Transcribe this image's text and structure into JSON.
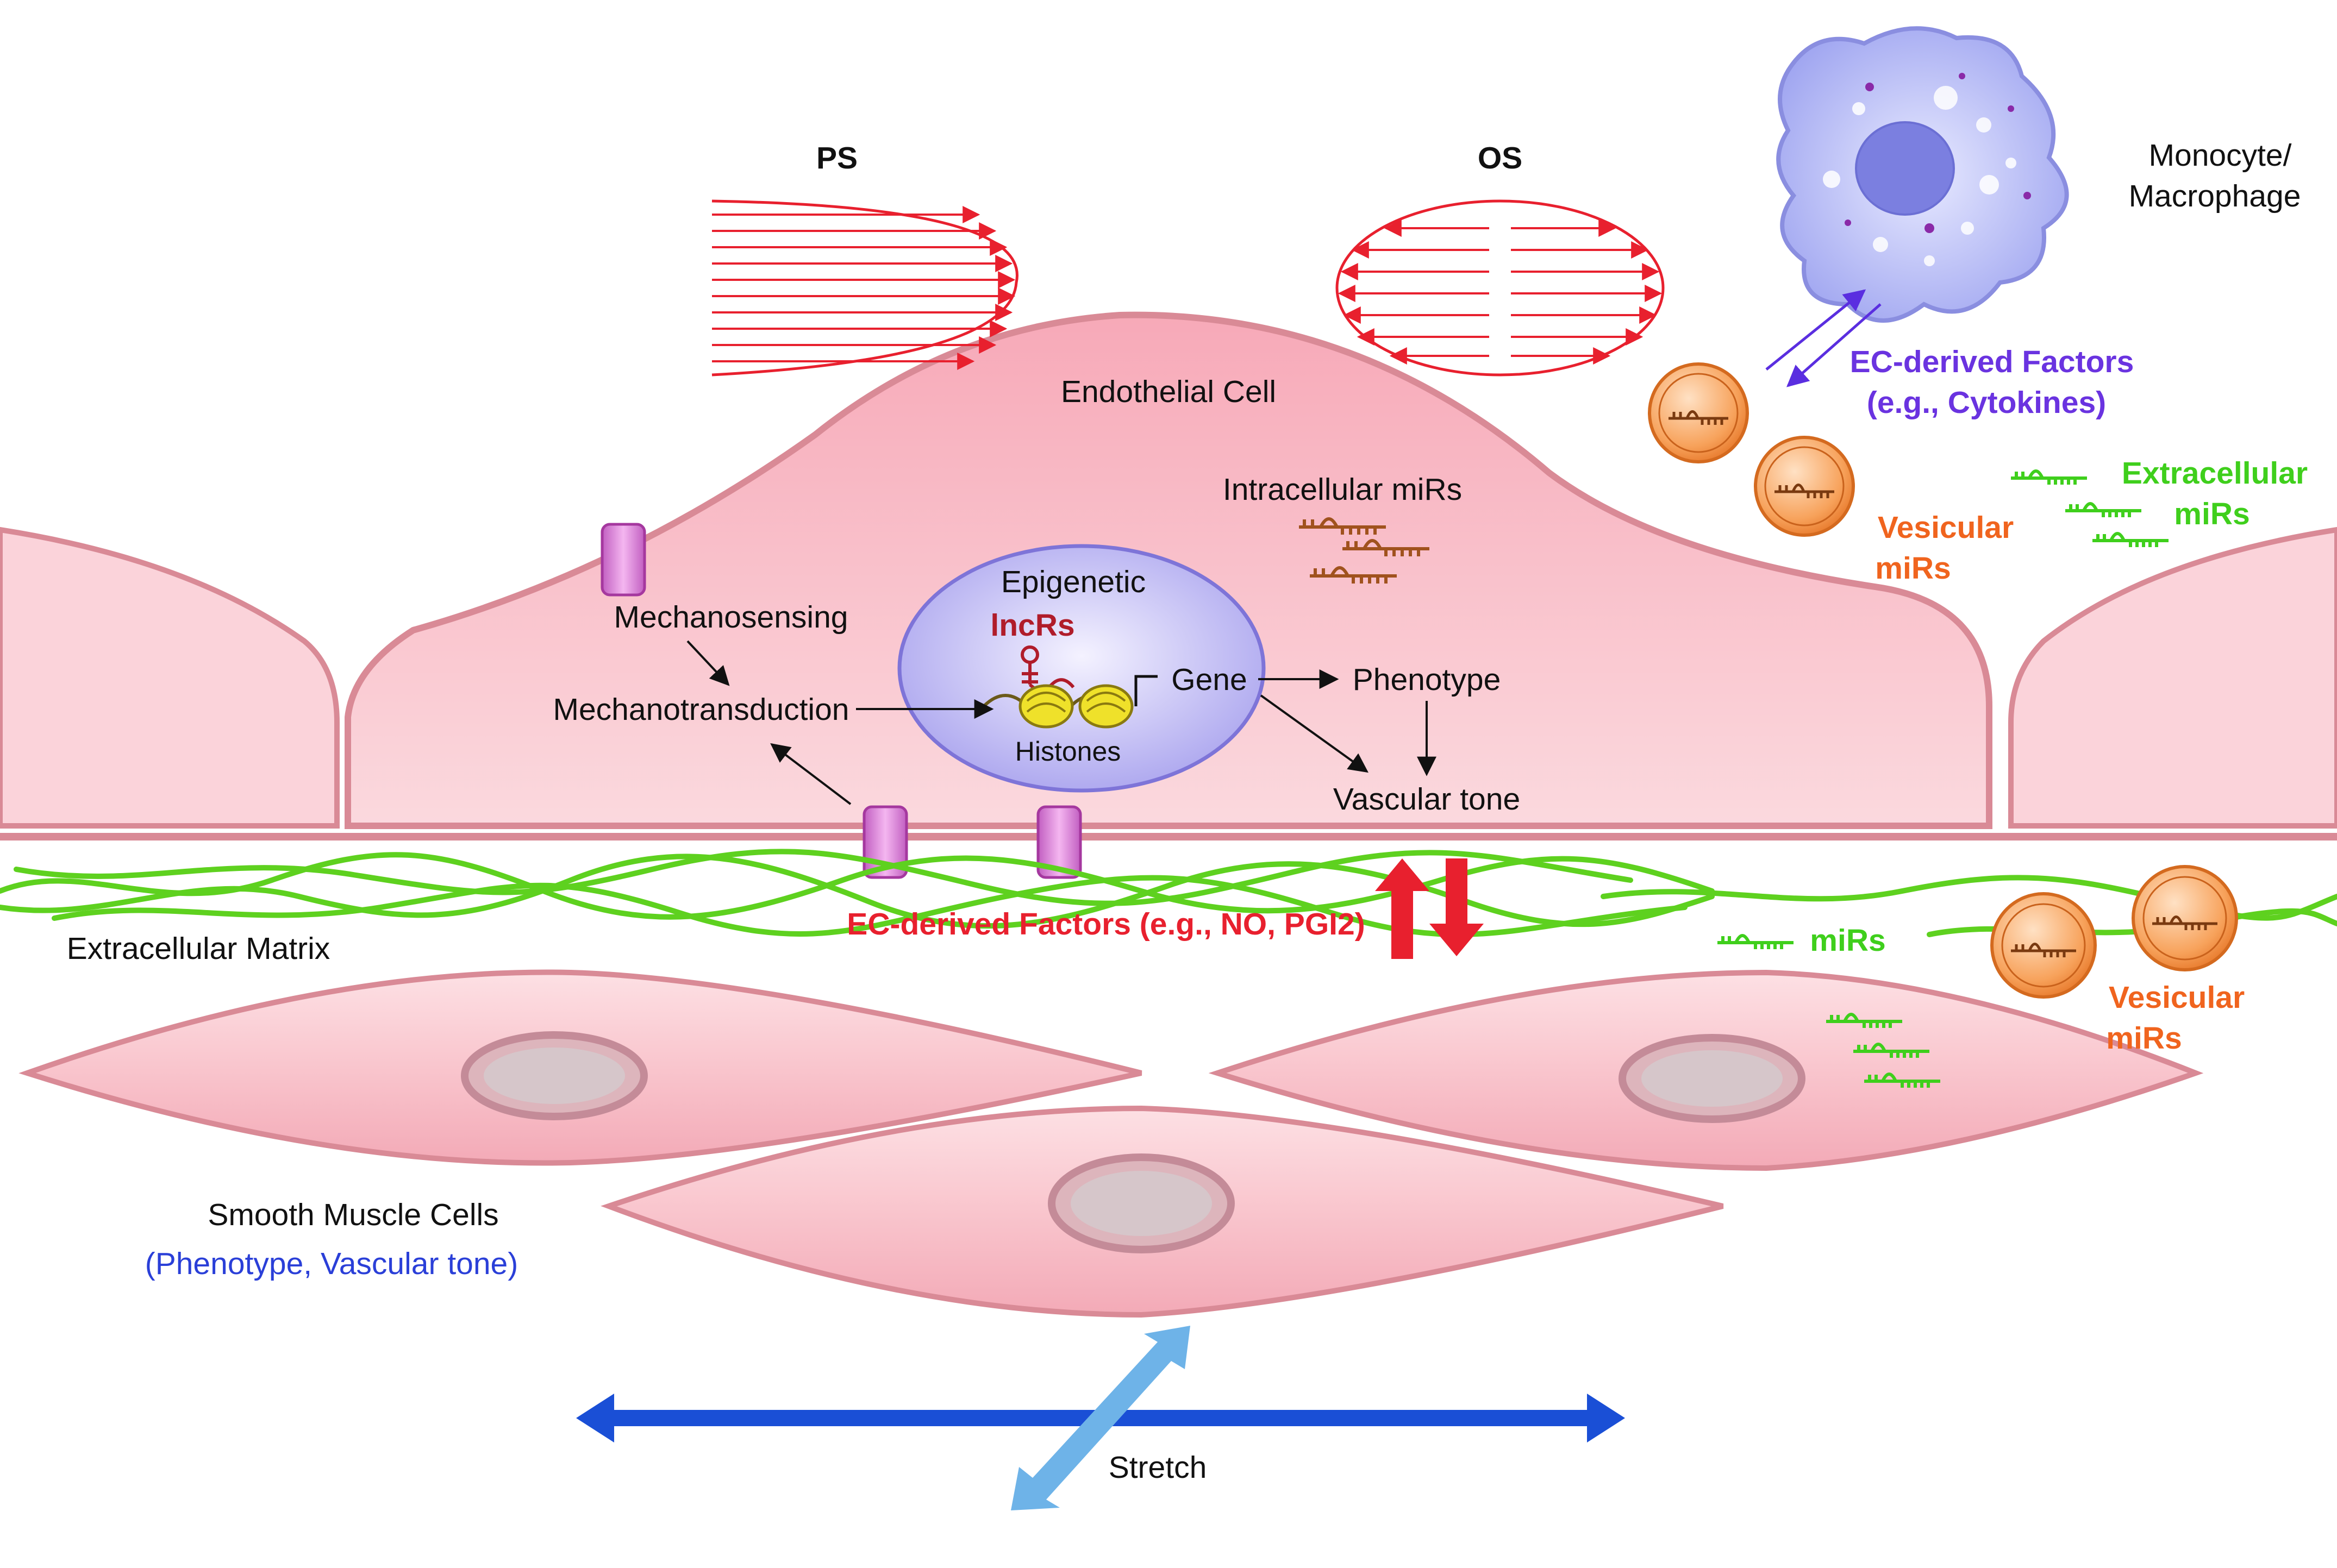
{
  "labels": {
    "ps": "PS",
    "os": "OS",
    "endothelial_cell": "Endothelial Cell",
    "intracellular_mirs": "Intracellular miRs",
    "epigenetic": "Epigenetic",
    "lncrs": "lncRs",
    "histones": "Histones",
    "gene": "Gene",
    "phenotype": "Phenotype",
    "vascular_tone": "Vascular tone",
    "mechanosensing": "Mechanosensing",
    "mechanotransduction": "Mechanotransduction",
    "monocyte_line1": "Monocyte/",
    "monocyte_line2": "Macrophage",
    "ec_factors_cytokines_line1": "EC-derived Factors",
    "ec_factors_cytokines_line2": "(e.g., Cytokines)",
    "vesicular_mirs_top_line1": "Vesicular",
    "vesicular_mirs_top_line2": "miRs",
    "extracellular_mirs_line1": "Extracellular",
    "extracellular_mirs_line2": "miRs",
    "extracellular_matrix": "Extracellular Matrix",
    "ec_factors_no": "EC-derived Factors (e.g., NO, PGI2)",
    "mirs_green": "miRs",
    "vesicular_mirs_bottom_line1": "Vesicular",
    "vesicular_mirs_bottom_line2": "miRs",
    "smooth_muscle_cells": "Smooth Muscle Cells",
    "smc_subtitle": "(Phenotype, Vascular tone)",
    "stretch": "Stretch"
  },
  "colors": {
    "cell_fill": "#f9c7cf",
    "cell_stroke": "#d98a96",
    "flow_arrow": "#e8202e",
    "ecm_fiber": "#5ed11f",
    "nucleus_fill": "#c8c4f4",
    "receptor": "#d676d6",
    "vesicle": "#f59a4f",
    "mir_brown": "#a0521e",
    "mir_green": "#3fcf1c",
    "red_text": "#e8202e",
    "purple_text": "#6a33e0",
    "orange_text": "#f0641e",
    "green_text": "#3fcf1c",
    "blue_text": "#2a3fd8",
    "stretch_dark": "#1a4fd6",
    "stretch_light": "#6eb3e8"
  }
}
